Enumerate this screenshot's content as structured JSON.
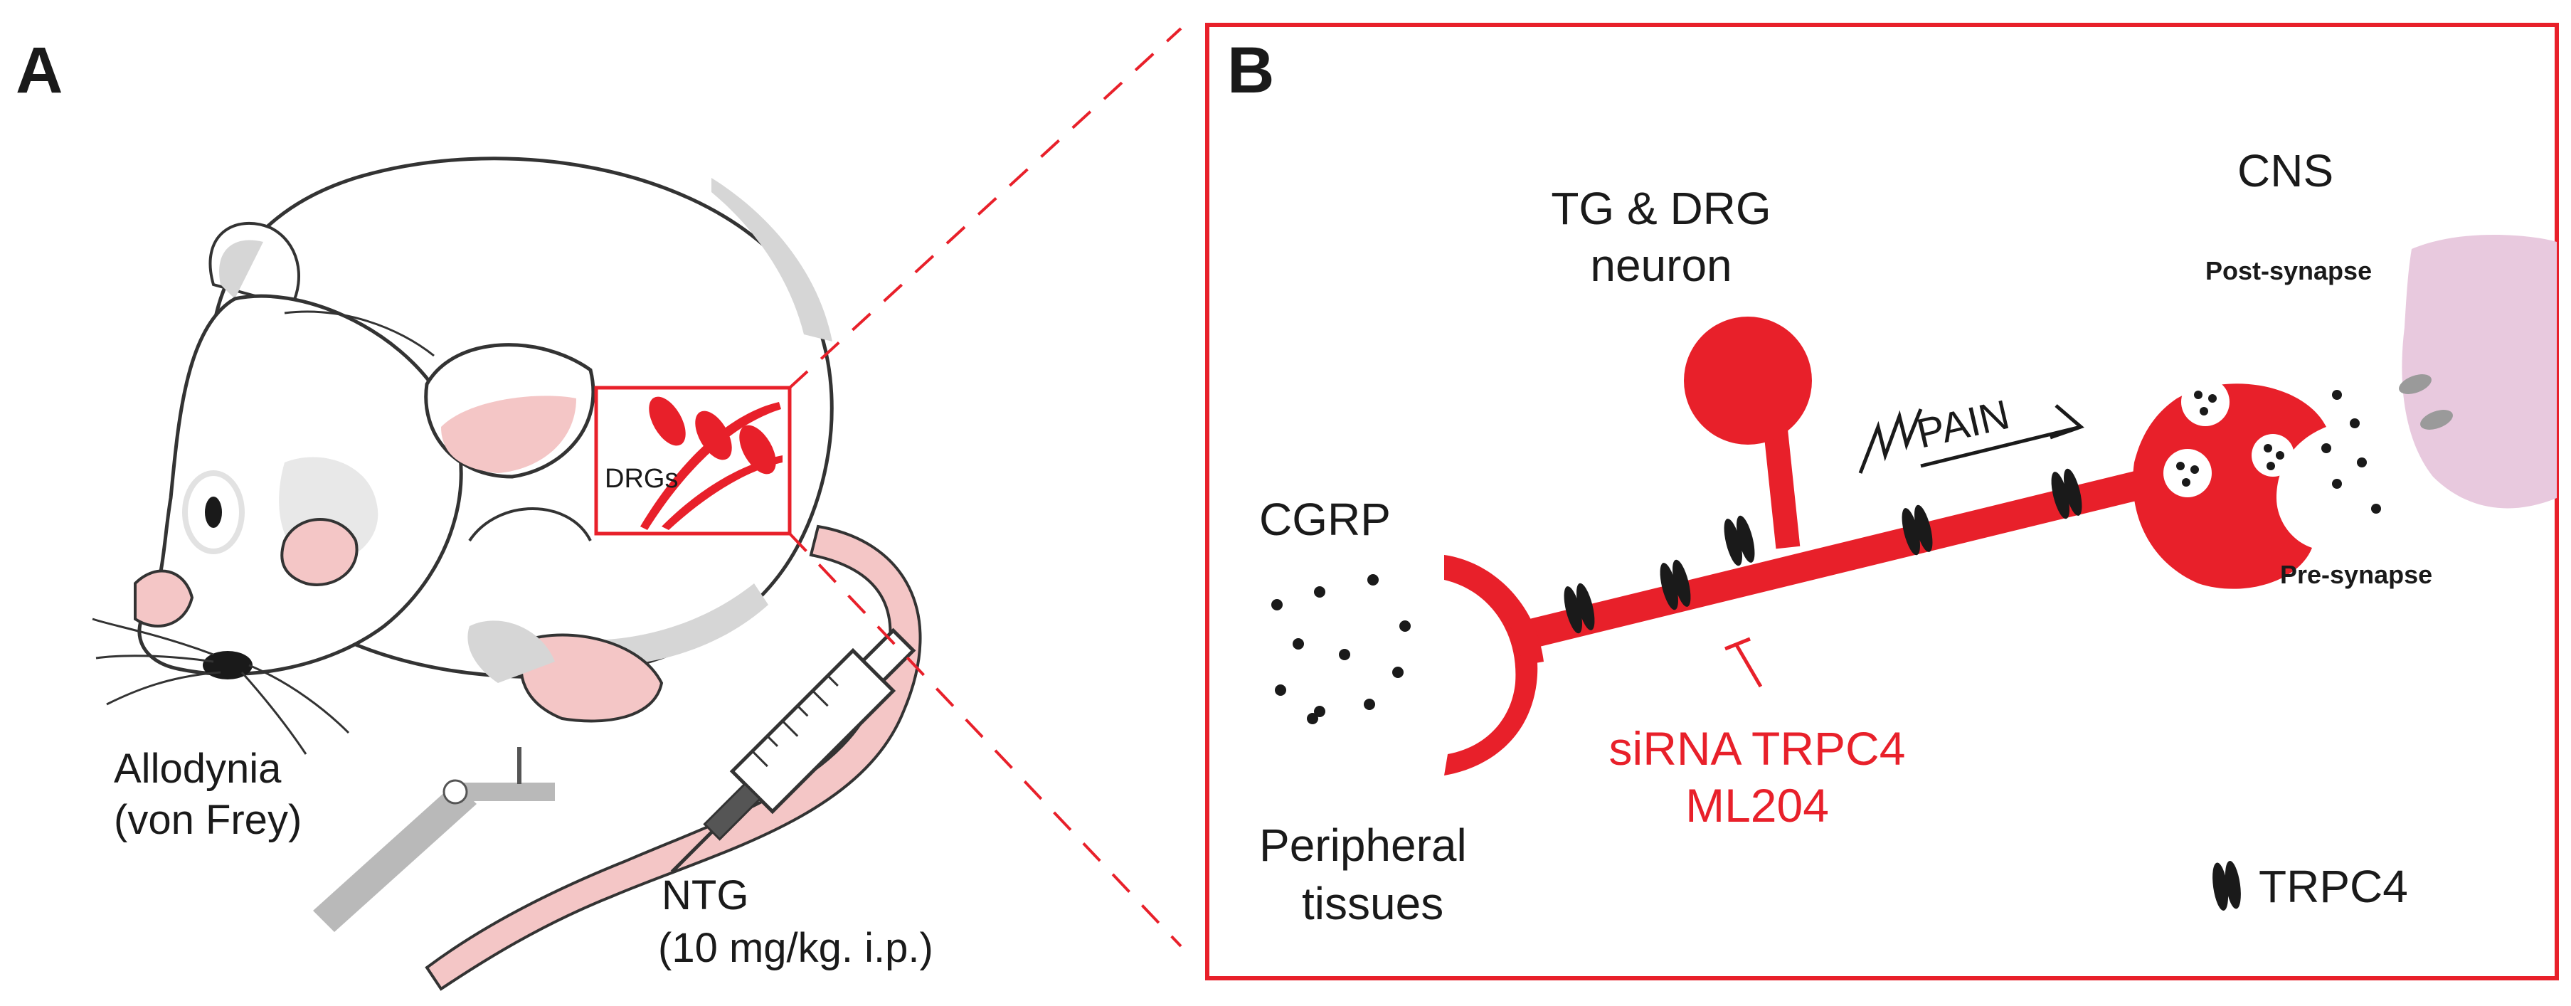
{
  "panel_a": {
    "letter": "A",
    "drg_label": "DRGs",
    "allodynia_label_line1": "Allodynia",
    "allodynia_label_line2": "(von Frey)",
    "ntg_label_line1": "NTG",
    "ntg_label_line2": "(10 mg/kg. i.p.)"
  },
  "panel_b": {
    "letter": "B",
    "neuron_label_line1": "TG & DRG",
    "neuron_label_line2": "neuron",
    "cns_label": "CNS",
    "post_synapse_label": "Post-synapse",
    "pre_synapse_label": "Pre-synapse",
    "cgrp_label": "CGRP",
    "pain_label": "PAIN",
    "peripheral_label_line1": "Peripheral",
    "peripheral_label_line2": "tissues",
    "inhibitor_label_line1": "siRNA TRPC4",
    "inhibitor_label_line2": "ML204",
    "legend_label": "TRPC4"
  },
  "colors": {
    "accent_red": "#e8202a",
    "pink": "#f4c6c6",
    "postsynapse_pink": "#e8c9de",
    "dark": "#1a1a1a",
    "gray": "#b9b9b9"
  }
}
